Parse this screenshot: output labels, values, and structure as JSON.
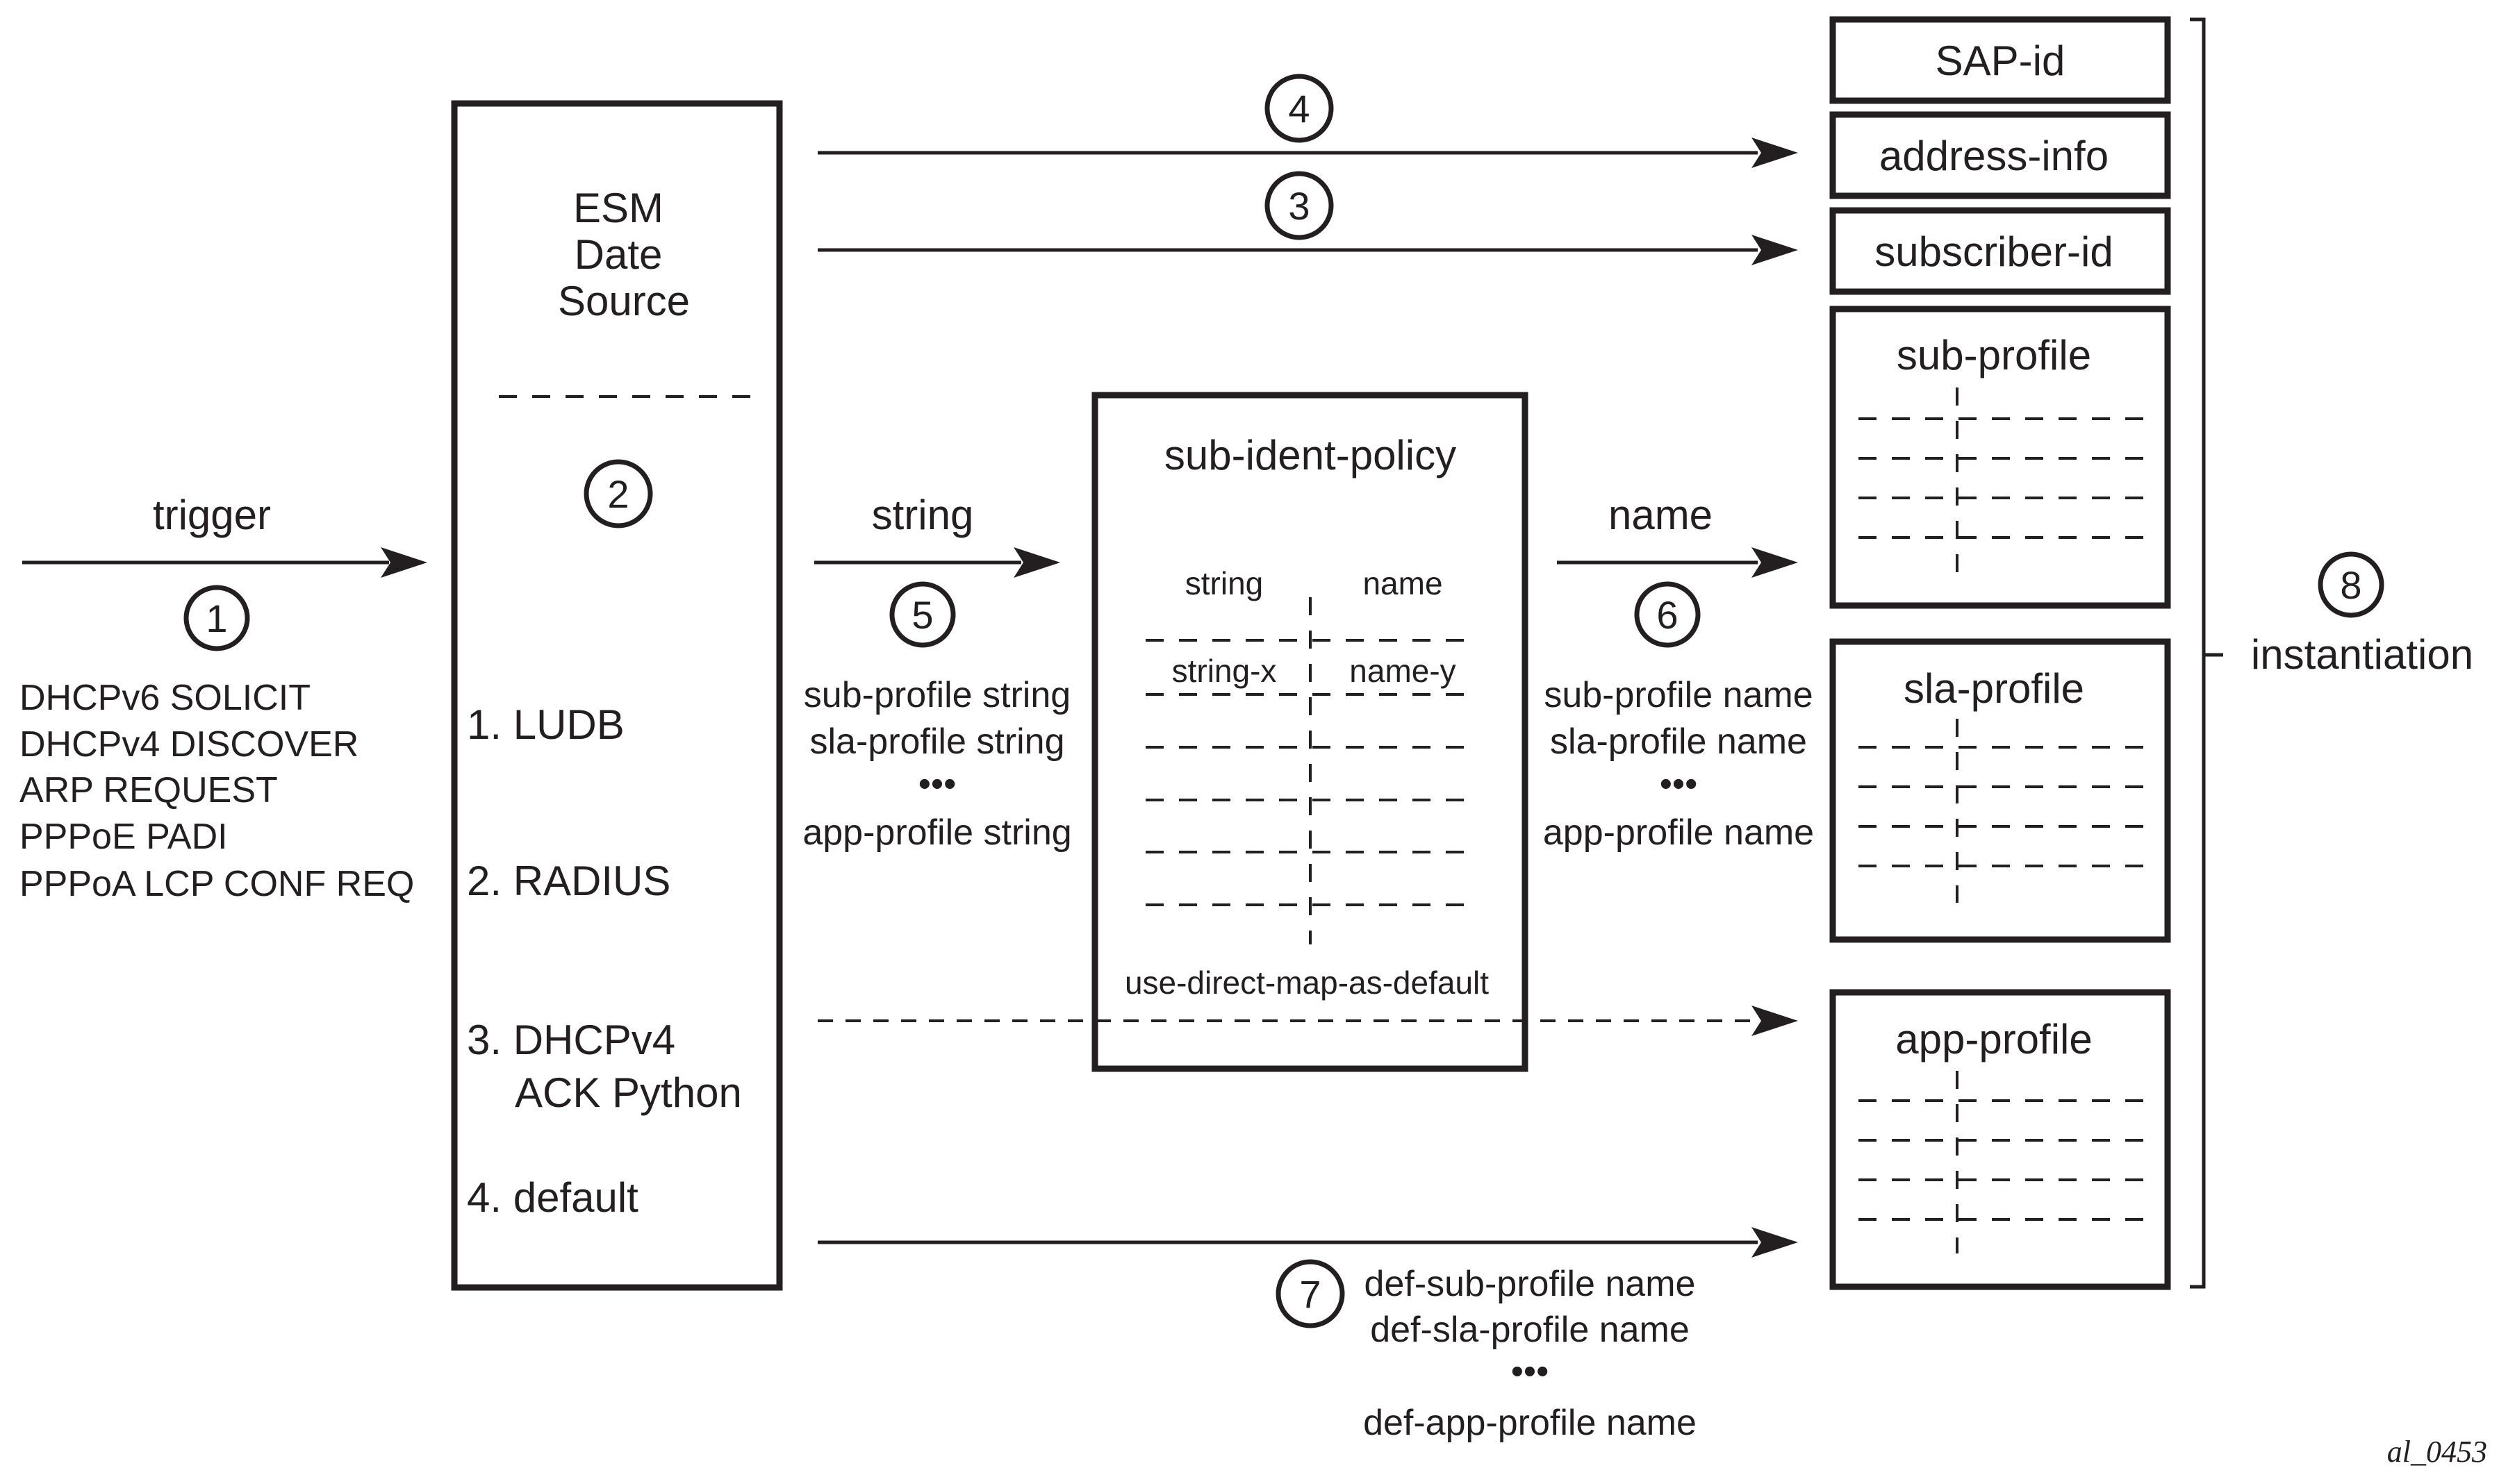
{
  "figure_id": "al_0453",
  "trigger": {
    "label": "trigger",
    "step": "1",
    "events": [
      "DHCPv6 SOLICIT",
      "DHCPv4 DISCOVER",
      "ARP REQUEST",
      "PPPoE PADI",
      "PPPoA LCP CONF REQ"
    ]
  },
  "esm": {
    "title_lines": [
      "ESM",
      "Date",
      "Source"
    ],
    "step": "2",
    "sources": [
      "1. LUDB",
      "2. RADIUS",
      "3. DHCPv4",
      "ACK Python",
      "4. default"
    ]
  },
  "arrows": {
    "step4": "4",
    "step3": "3",
    "string_label": "string",
    "step5": "5",
    "string_items": [
      "sub-profile string",
      "sla-profile string",
      "•••",
      "app-profile string"
    ],
    "name_label": "name",
    "step6": "6",
    "name_items": [
      "sub-profile name",
      "sla-profile name",
      "•••",
      "app-profile name"
    ],
    "step7": "7",
    "default_items": [
      "def-sub-profile name",
      "def-sla-profile name",
      "•••",
      "def-app-profile name"
    ]
  },
  "policy": {
    "title": "sub-ident-policy",
    "col_string": "string",
    "col_name": "name",
    "row_string": "string-x",
    "row_name": "name-y",
    "footer": "use-direct-map-as-default"
  },
  "targets": {
    "sap_id": "SAP-id",
    "address_info": "address-info",
    "subscriber_id": "subscriber-id",
    "sub_profile": "sub-profile",
    "sla_profile": "sla-profile",
    "app_profile": "app-profile"
  },
  "instantiation": {
    "step": "8",
    "label": "instantiation"
  }
}
